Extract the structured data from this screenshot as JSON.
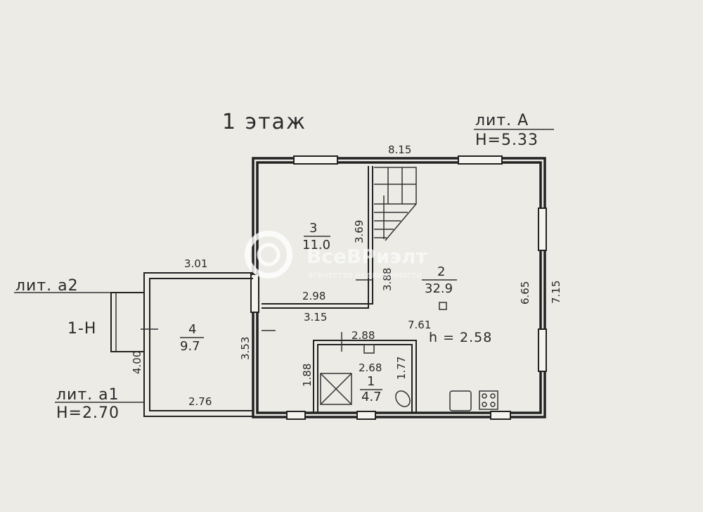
{
  "title": "1 этаж",
  "lit_a": {
    "name": "лит. А",
    "height": "Н=5.33"
  },
  "lit_a2": {
    "name": "лит. а2"
  },
  "lit_a1": {
    "name": "лит. а1",
    "height": "Н=2.70"
  },
  "porch_label": "1-Н",
  "rooms": [
    {
      "number": "3",
      "area": "11.0"
    },
    {
      "number": "2",
      "area": "32.9"
    },
    {
      "number": "4",
      "area": "9.7"
    },
    {
      "number": "1",
      "area": "4.7"
    }
  ],
  "dimensions": {
    "top_width": "8.15",
    "right_inner": "6.65",
    "right_outer": "7.15",
    "room3_height": "3.69",
    "room3_width": "2.98",
    "stair_width": "3.88",
    "corridor": "3.15",
    "room2_length": "7.61",
    "left_wall": "3.53",
    "room4_top": "3.01",
    "room4_bottom": "2.76",
    "room4_side": "4.00",
    "bath_top": "2.88",
    "bath_inner": "2.68",
    "bath_left": "1.88",
    "bath_right": "1.77"
  },
  "ceiling_height": "h = 2.58",
  "watermark": {
    "brand": "ВсеВРиэлт",
    "tagline": "агентство недвижимости"
  }
}
